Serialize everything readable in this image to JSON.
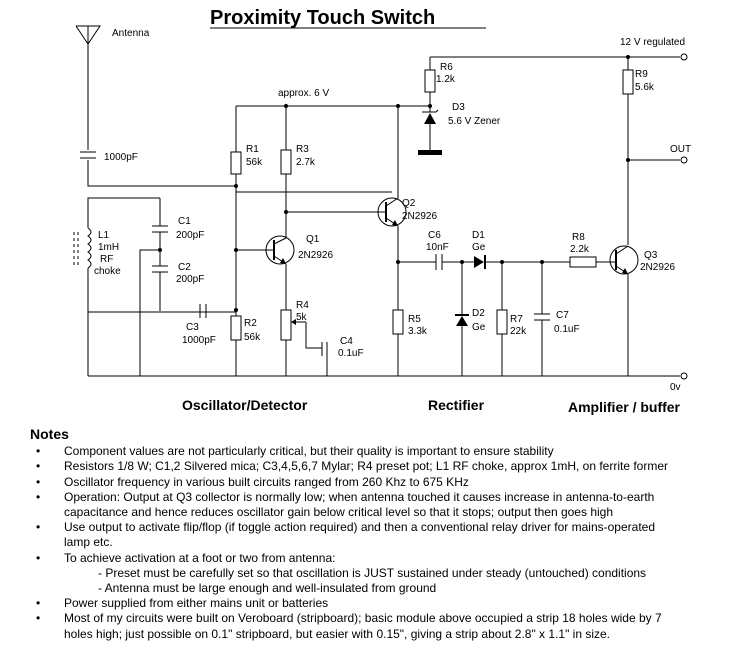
{
  "title": "Proximity Touch Switch",
  "labels": {
    "antenna": "Antenna",
    "supply": "12 V regulated",
    "approx": "approx. 6 V",
    "out": "OUT",
    "zero_v": "0v"
  },
  "components": {
    "c_ant": "1000pF",
    "r6_name": "R6",
    "r6_val": "1.2k",
    "d3_name": "D3",
    "d3_val": "5.6 V Zener",
    "r9_name": "R9",
    "r9_val": "5.6k",
    "r1_name": "R1",
    "r1_val": "56k",
    "r3_name": "R3",
    "r3_val": "2.7k",
    "q2_name": "Q2",
    "q2_val": "2N2926",
    "l1_name": "L1",
    "l1_val": "1mH",
    "l1_rf": "RF",
    "l1_choke": "choke",
    "c1_name": "C1",
    "c1_val": "200pF",
    "q1_name": "Q1",
    "q1_val": "2N2926",
    "c2_name": "C2",
    "c2_val": "200pF",
    "c6_name": "C6",
    "c6_val": "10nF",
    "d1_name": "D1",
    "d1_val": "Ge",
    "r8_name": "R8",
    "r8_val": "2.2k",
    "q3_name": "Q3",
    "q3_val": "2N2926",
    "c3_name": "C3",
    "c3_val": "1000pF",
    "r2_name": "R2",
    "r2_val": "56k",
    "r4_name": "R4",
    "r4_val": "5k",
    "c4_name": "C4",
    "c4_val": "0.1uF",
    "r5_name": "R5",
    "r5_val": "3.3k",
    "d2_name": "D2",
    "d2_val": "Ge",
    "r7_name": "R7",
    "r7_val": "22k",
    "c7_name": "C7",
    "c7_val": "0.1uF"
  },
  "sections": {
    "oscillator": "Oscillator/Detector",
    "rectifier": "Rectifier",
    "amplifier": "Amplifier / buffer"
  },
  "notes": {
    "heading": "Notes",
    "bullet": "•",
    "items": [
      {
        "lines": [
          "Component values are not particularly critical, but their quality is important to ensure stability"
        ]
      },
      {
        "lines": [
          "Resistors 1/8 W; C1,2 Silvered mica; C3,4,5,6,7 Mylar; R4 preset pot; L1 RF choke, approx 1mH, on ferrite former"
        ]
      },
      {
        "lines": [
          "Oscillator frequency in various built circuits ranged from 260 Khz to 675 KHz"
        ]
      },
      {
        "lines": [
          "Operation: Output at Q3 collector is normally low; when antenna touched it causes increase in antenna-to-earth",
          "capacitance and hence reduces oscillator gain below critical level so that it stops; output then goes high"
        ]
      },
      {
        "lines": [
          "Use output to activate flip/flop (if toggle action required) and then a conventional relay driver for mains-operated",
          "lamp etc."
        ]
      },
      {
        "lines": [
          "To achieve activation at a foot or two from antenna:",
          "- Preset must be carefully set so that oscillation is JUST sustained under steady (untouched) conditions",
          "- Antenna must be large enough and well-insulated from ground"
        ]
      },
      {
        "lines": [
          "Power supplied from either mains unit or batteries"
        ]
      },
      {
        "lines": [
          "Most of my circuits were built on Veroboard (stripboard); basic module above occupied a strip 18 holes wide by 7",
          "holes high; just possible on  0.1\" stripboard, but easier with 0.15\", giving a strip about 2.8\" x 1.1\" in size."
        ]
      }
    ]
  }
}
